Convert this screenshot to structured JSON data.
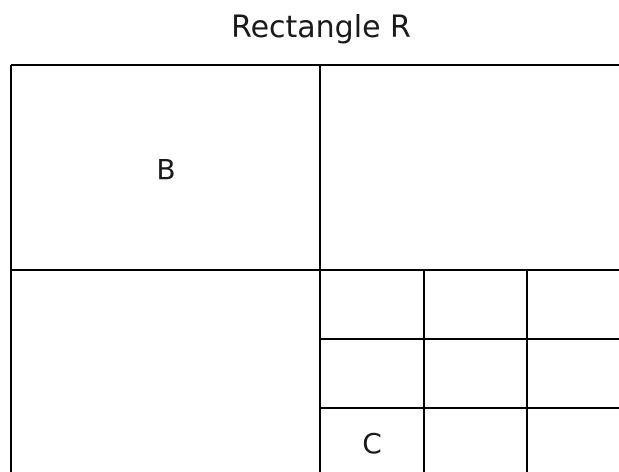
{
  "title": "Rectangle R",
  "labels": {
    "b": "B",
    "c": "C"
  },
  "colors": {
    "line": "#000000",
    "text": "#1a1a1a",
    "background": "#ffffff"
  }
}
